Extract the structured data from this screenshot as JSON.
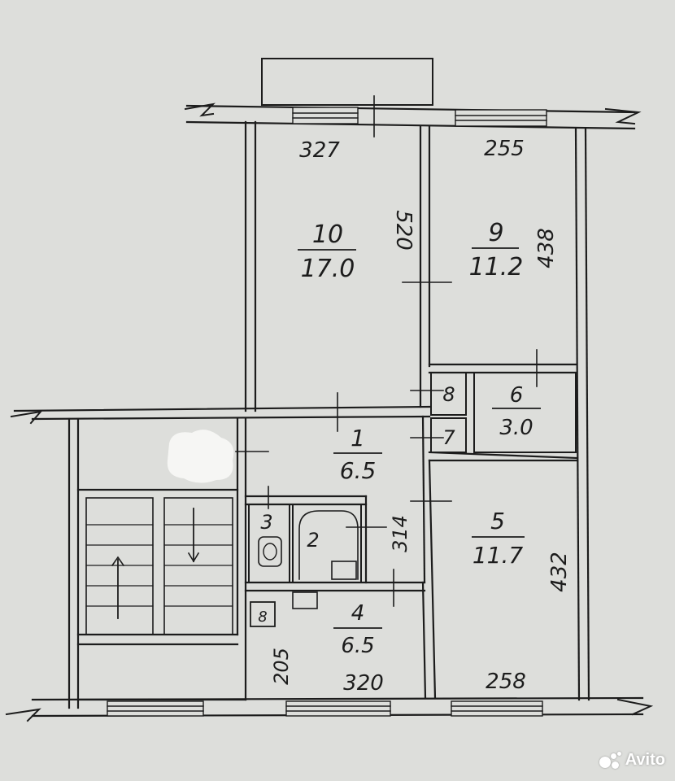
{
  "rooms": [
    {
      "id": "room-10",
      "number": "10",
      "area": "17.0"
    },
    {
      "id": "room-9",
      "number": "9",
      "area": "11.2"
    },
    {
      "id": "room-1",
      "number": "1",
      "area": "6.5"
    },
    {
      "id": "room-5",
      "number": "5",
      "area": "11.7"
    },
    {
      "id": "room-4",
      "number": "4",
      "area": "6.5"
    },
    {
      "id": "room-6",
      "number": "6",
      "area": "3.0"
    }
  ],
  "small_rooms": {
    "r8": "8",
    "r7": "7",
    "r3": "3",
    "r2": "2"
  },
  "dimensions": {
    "d327": "327",
    "d255": "255",
    "d520": "520",
    "d438": "438",
    "d314": "314",
    "d432": "432",
    "d205": "205",
    "d320": "320",
    "d258": "258"
  },
  "stove_label": "8",
  "watermark": {
    "text": "Avito",
    "icon": "avito-dots-icon",
    "color": "#ffffff"
  }
}
